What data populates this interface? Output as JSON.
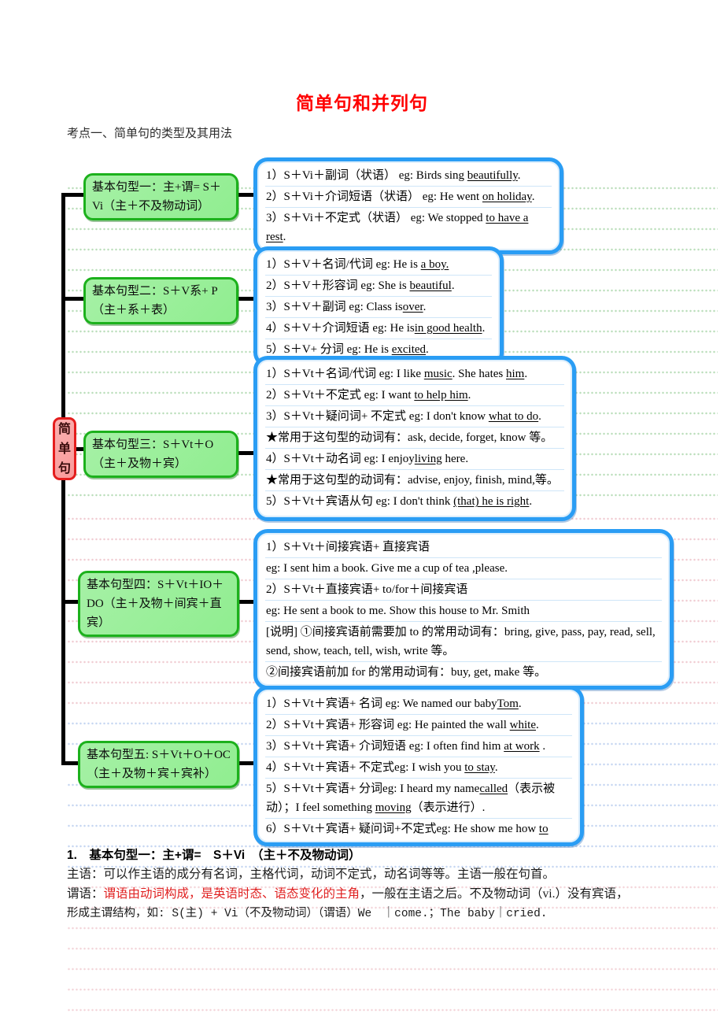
{
  "title": "简单句和并列句",
  "subtitle": "考点一、简单句的类型及其用法",
  "mindmap": {
    "root_label": "简单句",
    "branches": [
      {
        "node_label": "基本句型一：主+谓= S＋Vi（主＋不及物动词）",
        "rows": [
          "1）S＋Vi＋副词（状语） eg: Birds sing __beautifully__.",
          "2）S＋Vi＋介词短语（状语） eg: He went __on holiday__.",
          "3）S＋Vi＋不定式（状语） eg: We stopped __to have a rest__."
        ]
      },
      {
        "node_label": "基本句型二：S＋V系+ P（主＋系＋表）",
        "rows": [
          "1）S＋V＋名词/代词 eg: He is __a boy.__",
          "2）S＋V＋形容词 eg: She is __beautiful__.",
          "3）S＋V＋副词 eg: Class is__over__.",
          "4）S＋V＋介词短语 eg: He is__in good health__.",
          "5）S＋V+ 分词 eg: He is __excited__."
        ]
      },
      {
        "node_label": "基本句型三：S＋Vt＋O（主＋及物＋宾）",
        "rows": [
          "1）S＋Vt＋名词/代词 eg: I like __music__.  She hates __him__.",
          "2）S＋Vt＋不定式 eg: I want __to help him__.",
          "3）S＋Vt＋疑问词+ 不定式 eg: I don't know __what to do__.",
          "★常用于这句型的动词有：ask, decide, forget, know 等。",
          "4）S＋Vt＋动名词 eg: I enjoy__living__ here.",
          "★常用于这句型的动词有：advise, enjoy, finish, mind,等。",
          "5）S＋Vt＋宾语从句 eg: I don't think __(that) he is right__."
        ]
      },
      {
        "node_label": "基本句型四：S＋Vt＋IO＋DO（主＋及物＋间宾＋直宾）",
        "rows": [
          "1）S＋Vt＋间接宾语+ 直接宾语",
          "eg: I sent him a book.  Give me a cup of tea ,please.",
          "2）S＋Vt＋直接宾语+ to/for＋间接宾语",
          "eg: He sent a book to me.  Show this house to Mr. Smith",
          "[说明] ①间接宾语前需要加 to 的常用动词有：bring, give, pass, pay, read, sell, send, show, teach, tell, wish, write 等。",
          "②间接宾语前加 for 的常用动词有：buy, get, make 等。"
        ]
      },
      {
        "node_label": "基本句型五: S＋Vt＋O＋OC（主＋及物＋宾＋宾补）",
        "rows": [
          "1）S＋Vt＋宾语+ 名词 eg: We named our baby__Tom__.",
          "2）S＋Vt＋宾语+ 形容词 eg: He painted the wall __white__.",
          "3）S＋Vt＋宾语+ 介词短语 eg: I often find him __at work__ .",
          "4）S＋Vt＋宾语+ 不定式eg: I wish you __to stay__.",
          "5）S＋Vt＋宾语+ 分词eg: I heard my name__called__（表示被动）；I feel something __moving__（表示进行）.",
          "6）S＋Vt＋宾语+ 疑问词+不定式eg: He show me how __to__"
        ]
      }
    ]
  },
  "footer": {
    "heading": "1.　基本句型一：主+谓=　S＋Vi　（主＋不及物动词）",
    "line1": "主语：可以作主语的成分有名词，主格代词，动词不定式，动名词等等。主语一般在句首。",
    "line2_prefix": "谓语：",
    "line2_red": "谓语由动词构成，是英语时态、语态变化的主角",
    "line2_rest": "，一般在主语之后。不及物动词（vi.）没有宾语，",
    "line3": "形成主谓结构，如: S(主) + Vi（不及物动词）（谓语）We　｜come.；The baby｜cried."
  },
  "colors": {
    "title_red": "#ff0000",
    "node_green_fill": "#90ee90",
    "node_green_border": "#1cb11c",
    "detail_blue_border": "#2a9df4",
    "root_pink_fill": "#f99a9a",
    "root_red_border": "#e41d1d",
    "connector_black": "#000000",
    "highlight_red": "#e02020"
  }
}
